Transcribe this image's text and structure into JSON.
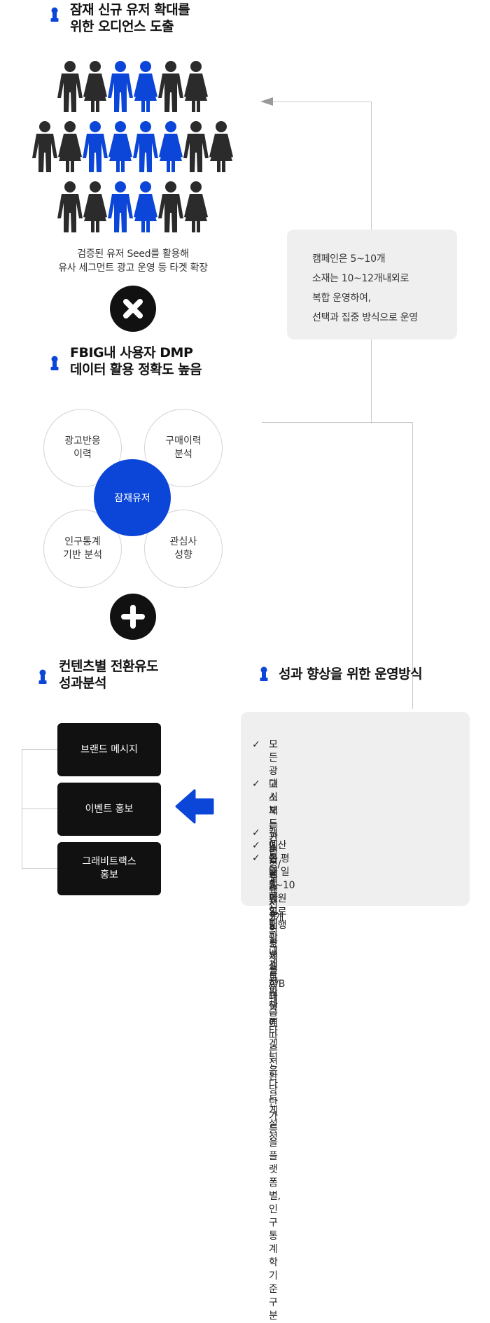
{
  "section1": {
    "title": "잠재 신규 유저 확대를\n위한 오디언스 도출",
    "caption_line1": "검증된 유저 Seed를 활용해",
    "caption_line2": "유사 세그먼트 광고 운영 등 타겟 확장"
  },
  "note_box": {
    "lines": [
      "캠페인은 5~10개",
      "소재는 10~12개내외로",
      "복합 운영하여,",
      "선택과 집중 방식으로 운영"
    ]
  },
  "section2": {
    "title": "FBIG내 사용자 DMP\n데이터 활용 정확도 높음",
    "circles": {
      "top_left": "광고반응\n이력",
      "top_right": "구매이력\n분석",
      "center": "잠재유저",
      "bottom_left": "인구통계\n기반 분석",
      "bottom_right": "관심사\n성향"
    }
  },
  "section3": {
    "title": "컨텐츠별 전환유도\n성과분석",
    "boxes": [
      "브랜드 메시지",
      "이벤트 홍보",
      "그래비트랙스\n홍보"
    ]
  },
  "section4": {
    "title": "성과 향상을 위한 운영방식",
    "bullets": [
      "모든 광고 소재는 기본형/컬렉션\n2개의 소재를 A/B테스트",
      "대시보드 관리 : 주요지표의 항목설정과\n그에 따른 전환 당 단가 등을 플랫폼별,\n인구통계학기준 구분",
      "캠페인 테스트 3-5일내 결과 판단",
      "예산은 평균 일 5~10만원으로 진행",
      "동일 캠페인 내 광고세트의 세부\n타겟팅은 다르게 설정"
    ]
  },
  "colors": {
    "accent": "#0b46d8",
    "dark": "#2b2b2b",
    "gray_box": "#efefef"
  },
  "icons": [
    "location-pin-icon",
    "person-icon",
    "times-icon",
    "plus-icon",
    "arrow-left-icon",
    "checkmark-icon"
  ]
}
